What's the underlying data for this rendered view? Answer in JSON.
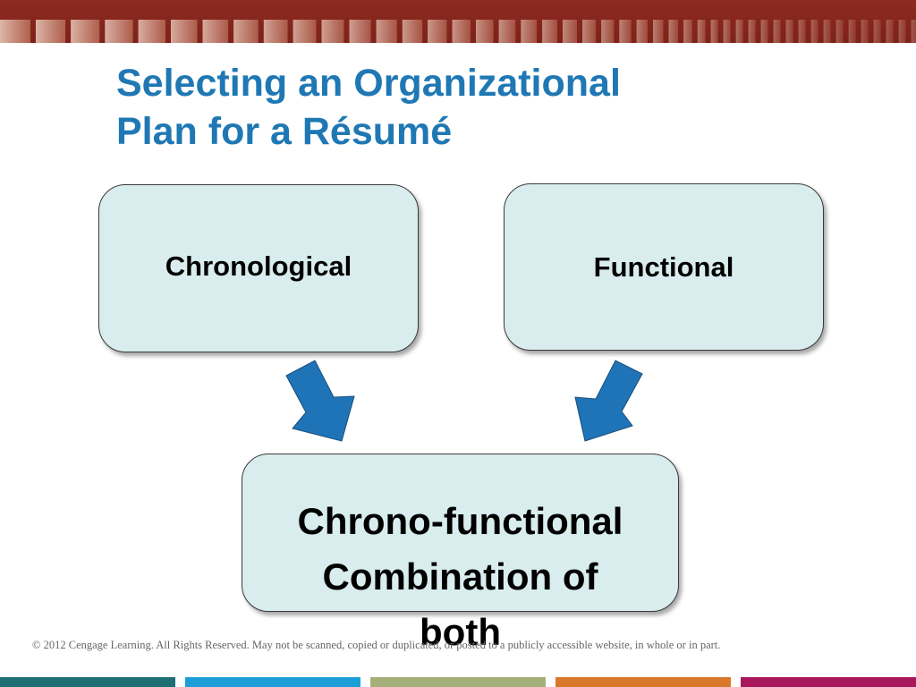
{
  "slide": {
    "title_line1": "Selecting an Organizational",
    "title_line2": "Plan for a Résumé",
    "footer": "© 2012 Cengage Learning.  All Rights Reserved. May not be scanned, copied or duplicated, or posted to a publicly accessible website, in whole or in part."
  },
  "diagram": {
    "left_box": "Chronological",
    "right_box": "Functional",
    "bottom_box_line1": "Chrono-functional",
    "bottom_box_line2": "Combination of",
    "bottom_box_line3": "both"
  },
  "colors": {
    "banner": "#8e2a20",
    "title": "#1f78b4",
    "box_fill": "#daedee",
    "arrow": "#1f73b7",
    "bar_colors": [
      "#1c6f72",
      "#1c9fd6",
      "#a4b07a",
      "#d9772a",
      "#a8185c"
    ]
  }
}
